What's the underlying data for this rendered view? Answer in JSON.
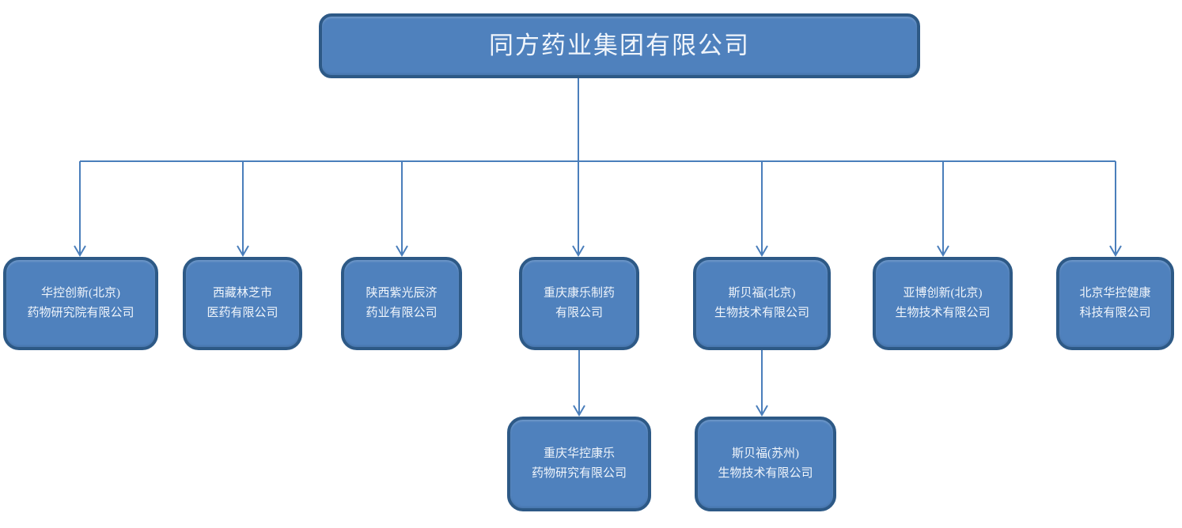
{
  "theme": {
    "background": "#ffffff",
    "node_fill": "#4f81bd",
    "node_border": "#2d5986",
    "node_text": "#f0f5fb",
    "connector": "#4a7ebb"
  },
  "org_chart": {
    "type": "organization-tree",
    "root": {
      "label": "同方药业集团有限公司"
    },
    "subsidiaries": [
      {
        "label": "华控创新(北京)\n药物研究院有限公司"
      },
      {
        "label": "西藏林芝市\n医药有限公司"
      },
      {
        "label": "陕西紫光辰济\n药业有限公司"
      },
      {
        "label": "重庆康乐制药\n有限公司",
        "children": [
          {
            "label": "重庆华控康乐\n药物研究有限公司"
          }
        ]
      },
      {
        "label": "斯贝福(北京)\n生物技术有限公司",
        "children": [
          {
            "label": "斯贝福(苏州)\n生物技术有限公司"
          }
        ]
      },
      {
        "label": "亚博创新(北京)\n生物技术有限公司"
      },
      {
        "label": "北京华控健康\n科技有限公司"
      }
    ]
  }
}
